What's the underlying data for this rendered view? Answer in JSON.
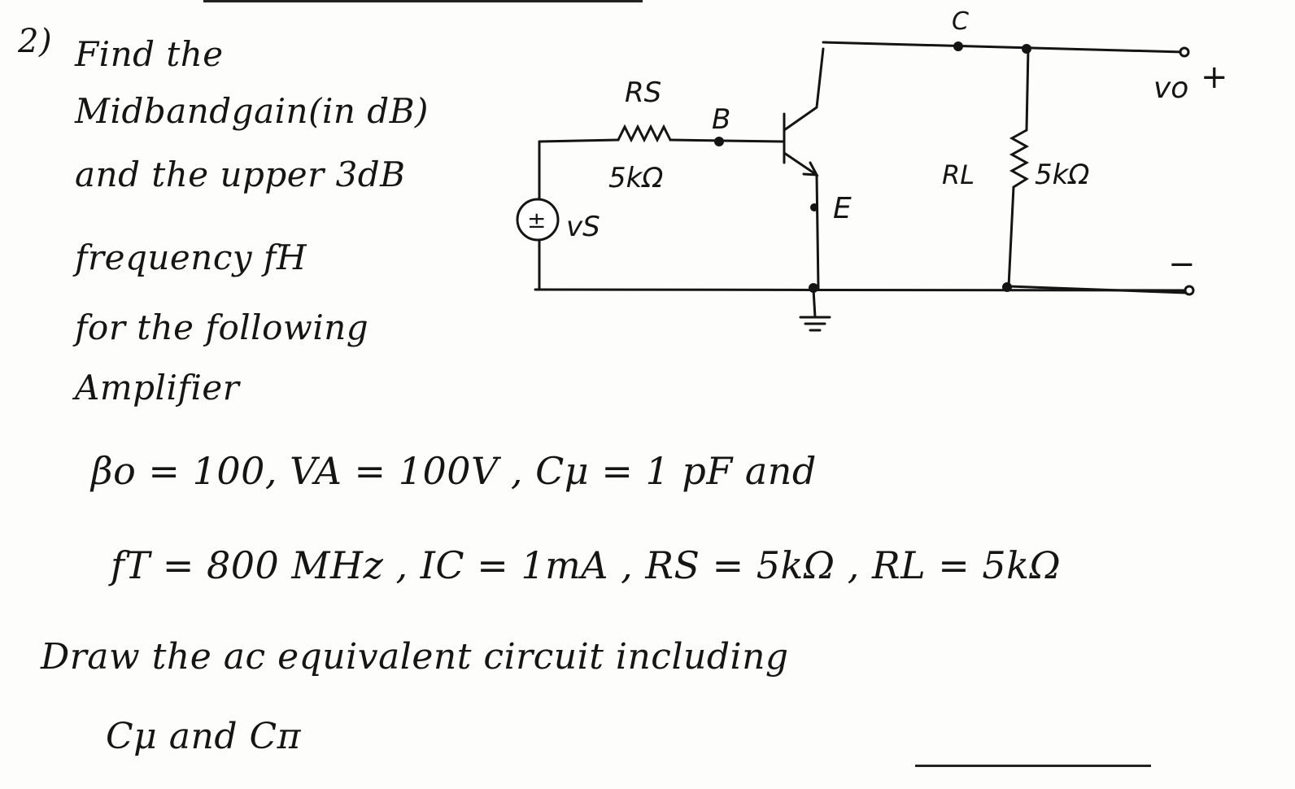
{
  "question": {
    "number": "2)",
    "lines": [
      "Find the",
      "Midbandgain(in dB)",
      "and the upper 3dB",
      "frequency fH",
      "for the following",
      "Amplifier"
    ]
  },
  "parameters": {
    "line1": "βo = 100, VA = 100V , Cμ = 1 pF and",
    "line2": "fT = 800 MHz , IC = 1mA , RS = 5kΩ , RL = 5kΩ"
  },
  "task": {
    "line1": "Draw the ac equivalent circuit including",
    "line2": "Cμ and Cπ"
  },
  "circuit": {
    "source_polarity": "±",
    "source_label": "vS",
    "rs_label": "RS",
    "rs_value": "5kΩ",
    "base_label": "B",
    "collector_label": "C",
    "emitter_label": "E",
    "rl_label": "RL",
    "rl_value": "5kΩ",
    "output_label": "vo",
    "output_plus": "+",
    "output_minus": "−"
  }
}
